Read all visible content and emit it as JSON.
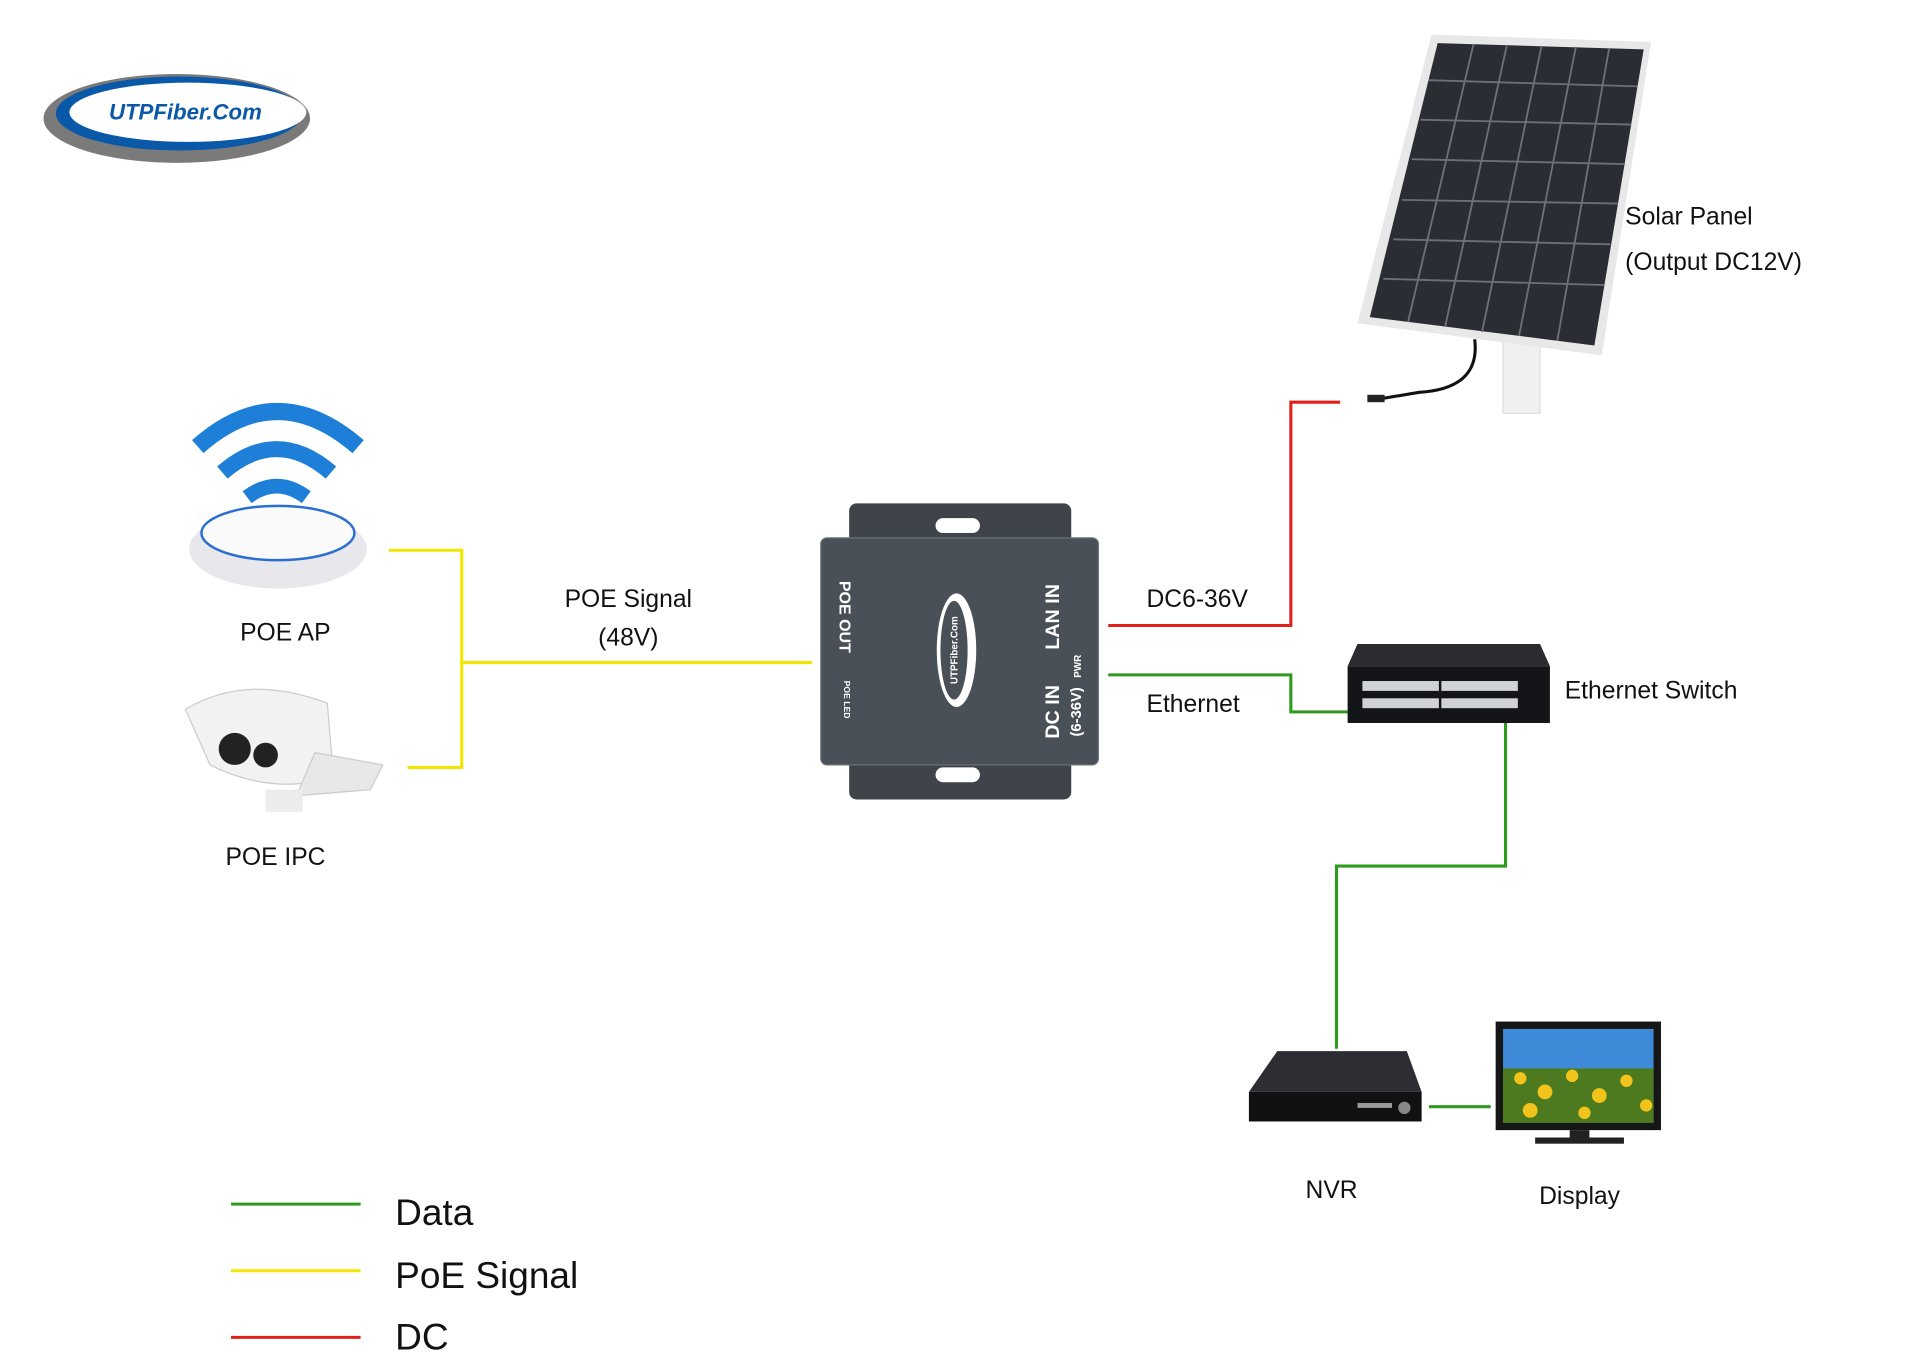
{
  "colors": {
    "data": "#2e9a1e",
    "poe": "#f2e600",
    "dc": "#e0211c",
    "brand_blue": "#0a58a8",
    "brand_gray": "#7a7a7a"
  },
  "logo": {
    "text": "UTPFiber.Com"
  },
  "devices": {
    "ap": {
      "label": "POE AP",
      "icon": "wifi-access-point-icon"
    },
    "ipc": {
      "label": "POE IPC",
      "icon": "bullet-camera-icon"
    },
    "injector": {
      "icon": "poe-injector-icon",
      "poe_out": "POE OUT",
      "poe_led": "POE LED",
      "lan_in": "LAN IN",
      "dc_in": "DC IN",
      "dc_range": "(6-36V)",
      "pwr": "PWR",
      "brand": "UTPFiber.Com"
    },
    "solar": {
      "label": "Solar Panel",
      "sublabel": "(Output DC12V)",
      "icon": "solar-panel-icon"
    },
    "switch": {
      "label": "Ethernet Switch",
      "icon": "network-switch-icon"
    },
    "nvr": {
      "label": "NVR",
      "icon": "nvr-icon"
    },
    "display": {
      "label": "Display",
      "icon": "monitor-icon"
    }
  },
  "connections": {
    "poe_signal": "POE Signal",
    "poe_voltage": "(48V)",
    "dc": "DC6-36V",
    "ethernet": "Ethernet"
  },
  "legend": [
    {
      "label": "Data",
      "type": "data"
    },
    {
      "label": "PoE Signal",
      "type": "poe"
    },
    {
      "label": "DC",
      "type": "dc"
    }
  ]
}
